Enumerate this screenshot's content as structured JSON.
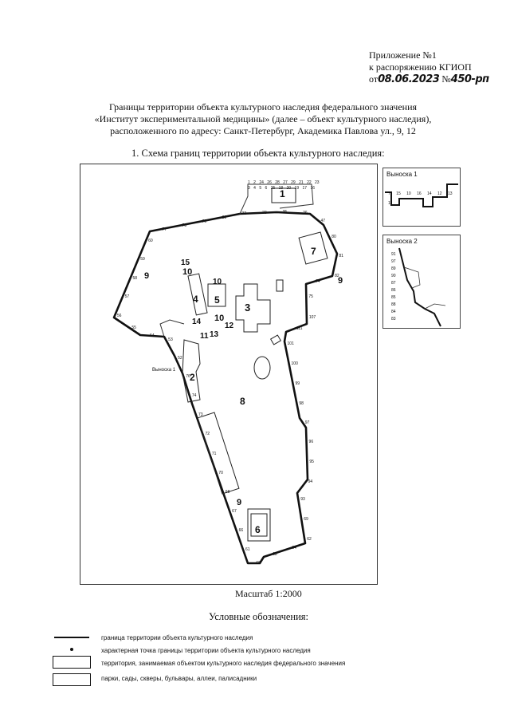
{
  "appendix": {
    "line1": "Приложение №1",
    "line2": "к распоряжению КГИОП",
    "prefix_from": "от",
    "date_hand": "08.06.2023",
    "num_label": "№",
    "num_hand": "450-рп"
  },
  "title": {
    "line1": "Границы территории объекта культурного наследия федерального значения",
    "line2": "«Институт экспериментальной медицины» (далее – объект культурного наследия),",
    "line3": "расположенного по адресу: Санкт-Петербург, Академика Павлова ул., 9, 12"
  },
  "scheme_heading": "1.   Схема границ территории объекта культурного наследия:",
  "callouts": {
    "c1_label": "Выноска  1",
    "c2_label": "Выноска  2",
    "c1_points": [
      "7",
      "15",
      "10",
      "16",
      "14",
      "12",
      "13",
      "11"
    ],
    "c2_points": [
      "91",
      "97",
      "89",
      "90",
      "87",
      "86",
      "85",
      "88",
      "84",
      "83"
    ]
  },
  "map": {
    "callout_ref": "Выноска 1",
    "objects": [
      "1",
      "2",
      "3",
      "4",
      "5",
      "6",
      "7",
      "8",
      "9",
      "9",
      "9",
      "10",
      "10",
      "10",
      "11",
      "12",
      "13",
      "14",
      "15"
    ],
    "top_points": [
      "1",
      "2",
      "24",
      "26",
      "28",
      "27",
      "29",
      "21",
      "22",
      "23",
      "3",
      "4",
      "5",
      "6",
      "25",
      "18",
      "20",
      "19",
      "17",
      "16"
    ],
    "boundary_points": [
      "77",
      "78",
      "79",
      "31",
      "32",
      "33",
      "35",
      "36",
      "47",
      "80",
      "81",
      "82",
      "74",
      "75",
      "107",
      "111",
      "101",
      "100",
      "99",
      "98",
      "97",
      "96",
      "95",
      "94",
      "93",
      "69",
      "62",
      "64",
      "63",
      "65",
      "61",
      "66",
      "67",
      "68",
      "70",
      "71",
      "72",
      "73",
      "74",
      "76",
      "52",
      "53",
      "54",
      "55",
      "56",
      "57",
      "58",
      "59",
      "60"
    ]
  },
  "scale_label": "Масштаб 1:2000",
  "legend": {
    "title": "Условные обозначения:",
    "items": [
      "граница территории объекта культурного наследия",
      "характерная точка границы территории объекта культурного наследия",
      "территория, занимаемая объектом культурного наследия федерального значения",
      "парки, сады, скверы, бульвары, аллеи, палисадники"
    ]
  }
}
